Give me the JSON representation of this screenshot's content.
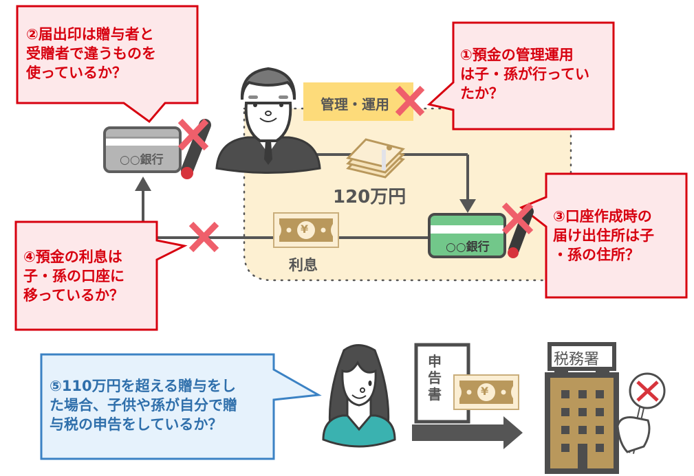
{
  "callouts": {
    "c1": {
      "lines": [
        "①預金の管理運用",
        "は子・孫が行ってい",
        "たか？"
      ]
    },
    "c2": {
      "lines": [
        "②届出印は贈与者と",
        "受贈者で違うものを",
        "使っているか？"
      ]
    },
    "c3": {
      "lines": [
        "③口座作成時の",
        "届け出住所は子",
        "・孫の住所？"
      ]
    },
    "c4": {
      "lines": [
        "④預金の利息は",
        "子・孫の口座に",
        "移っているか？"
      ]
    },
    "c5": {
      "lines": [
        "⑤110万円を超える贈与をし",
        "た場合、子供や孫が自分で贈",
        "与税の申告をしているか？"
      ]
    }
  },
  "labels": {
    "management": "管理・運用",
    "amount": "120万円",
    "interest": "利息",
    "bank_name": "○○銀行",
    "yen": "¥",
    "declaration": [
      "申",
      "告",
      "書"
    ],
    "tax_office": "税務署"
  },
  "colors": {
    "red": "#d7000f",
    "callout_fill": "#fde8ea",
    "blue": "#3b82c4",
    "blue_fill": "#e6f2fc",
    "beige": "#fdf0d2",
    "yellow_label": "#fddb7a",
    "gray_dark": "#555555",
    "cross": "#ef5f6b",
    "bank_green": "#72c78a",
    "money_gold": "#b9985c",
    "teal": "#3ab2b0"
  }
}
